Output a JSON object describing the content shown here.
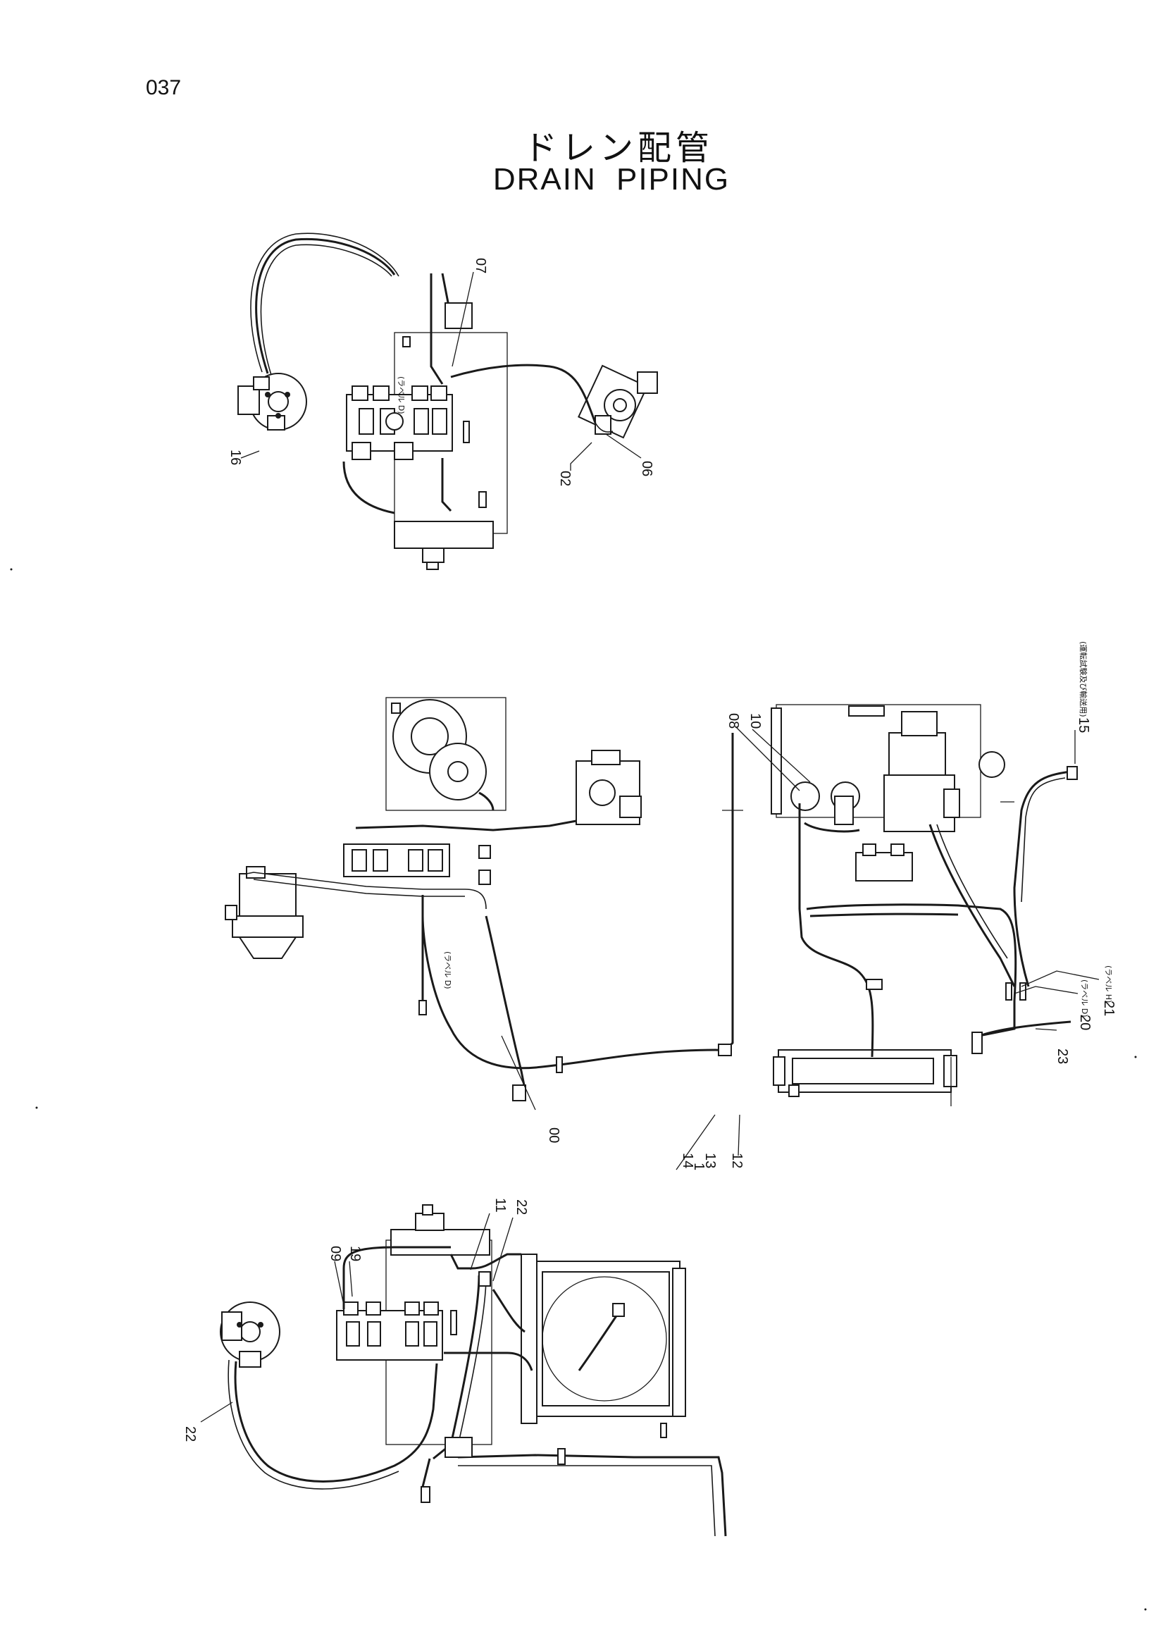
{
  "page": {
    "number": "037"
  },
  "title": {
    "japanese": "ドレン配管",
    "english": "DRAIN  PIPING"
  },
  "views": {
    "top": {
      "callouts": [
        "07",
        "16",
        "02",
        "06"
      ],
      "notes": [
        "(ラベル D)"
      ]
    },
    "middle": {
      "callouts": [
        "08",
        "10",
        "15",
        "21",
        "20",
        "23",
        "00",
        "14",
        "1",
        "13",
        "12"
      ],
      "notes": [
        "(運転試験及び輸送用)",
        "(ラベル H)",
        "(ラベル D)",
        "(ラベル D)"
      ]
    },
    "bottom": {
      "callouts": [
        "11",
        "22",
        "09",
        "19",
        "22"
      ]
    }
  }
}
